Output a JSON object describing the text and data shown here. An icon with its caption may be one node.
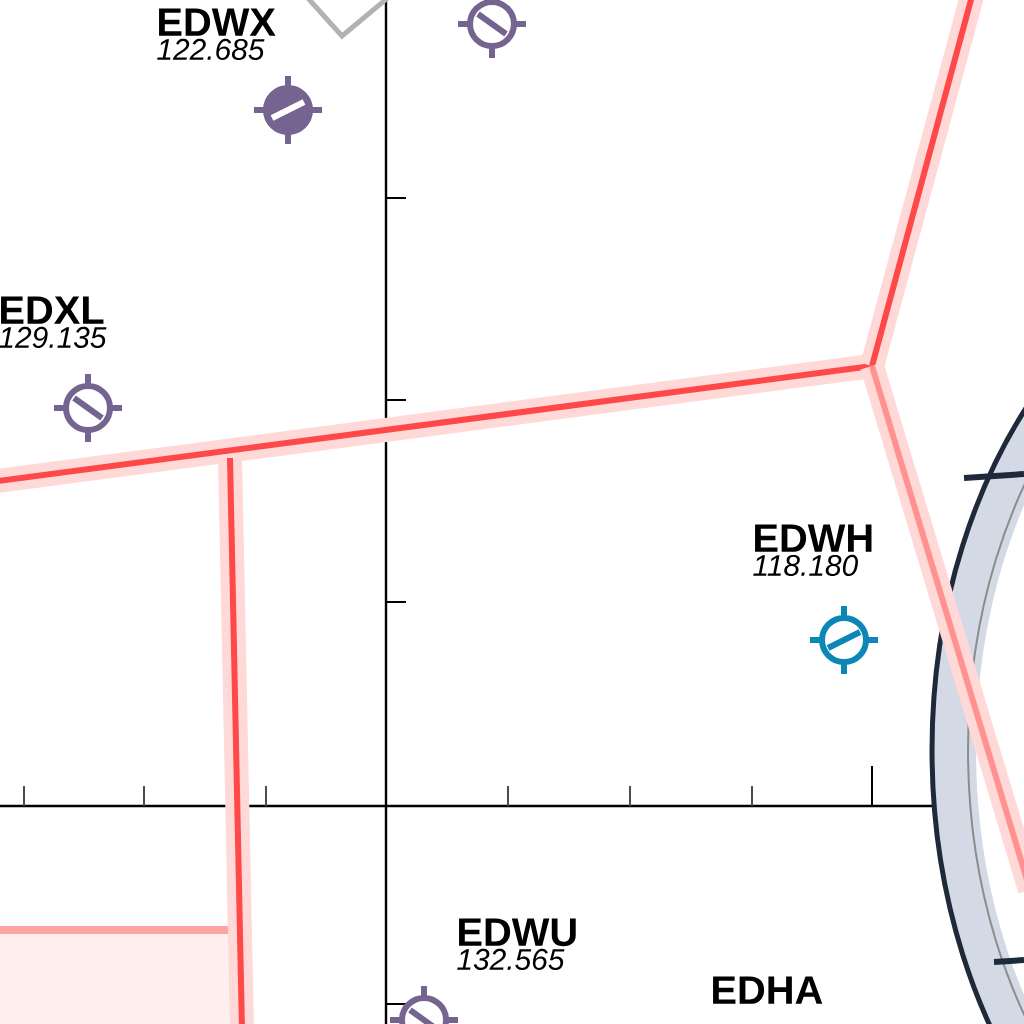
{
  "diagram": {
    "nodes": [
      {
        "text": [
          "EDWX",
          "122.685"
        ]
      },
      {
        "text": [
          "EDXL",
          "129.135"
        ]
      },
      {
        "text": [
          "EDWH",
          "118.180"
        ]
      },
      {
        "text": [
          "EDWU",
          "132.565"
        ]
      },
      {
        "text": [
          "EDHA"
        ]
      }
    ]
  }
}
